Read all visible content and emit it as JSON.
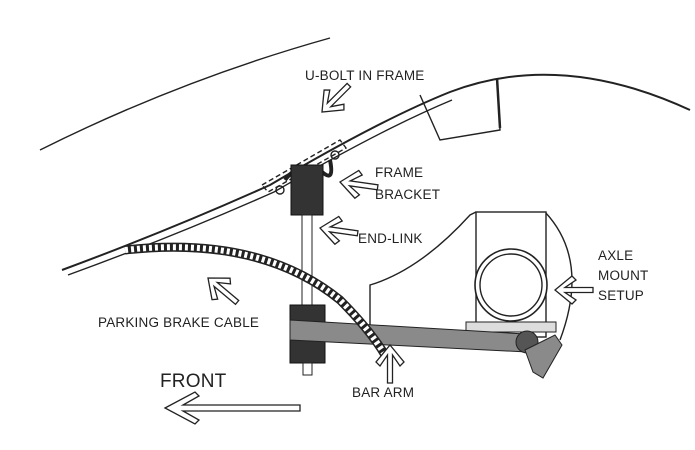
{
  "labels": {
    "ubolt": "U-BOLT IN FRAME",
    "frame_bracket_1": "FRAME",
    "frame_bracket_2": "BRACKET",
    "end_link": "END-LINK",
    "axle_1": "AXLE",
    "axle_2": "MOUNT",
    "axle_3": "SETUP",
    "parking_brake": "PARKING BRAKE CABLE",
    "bar_arm": "BAR ARM",
    "front": "FRONT"
  },
  "colors": {
    "ink": "#222222",
    "arm": "#8a8a8a",
    "shock": "#333333"
  }
}
